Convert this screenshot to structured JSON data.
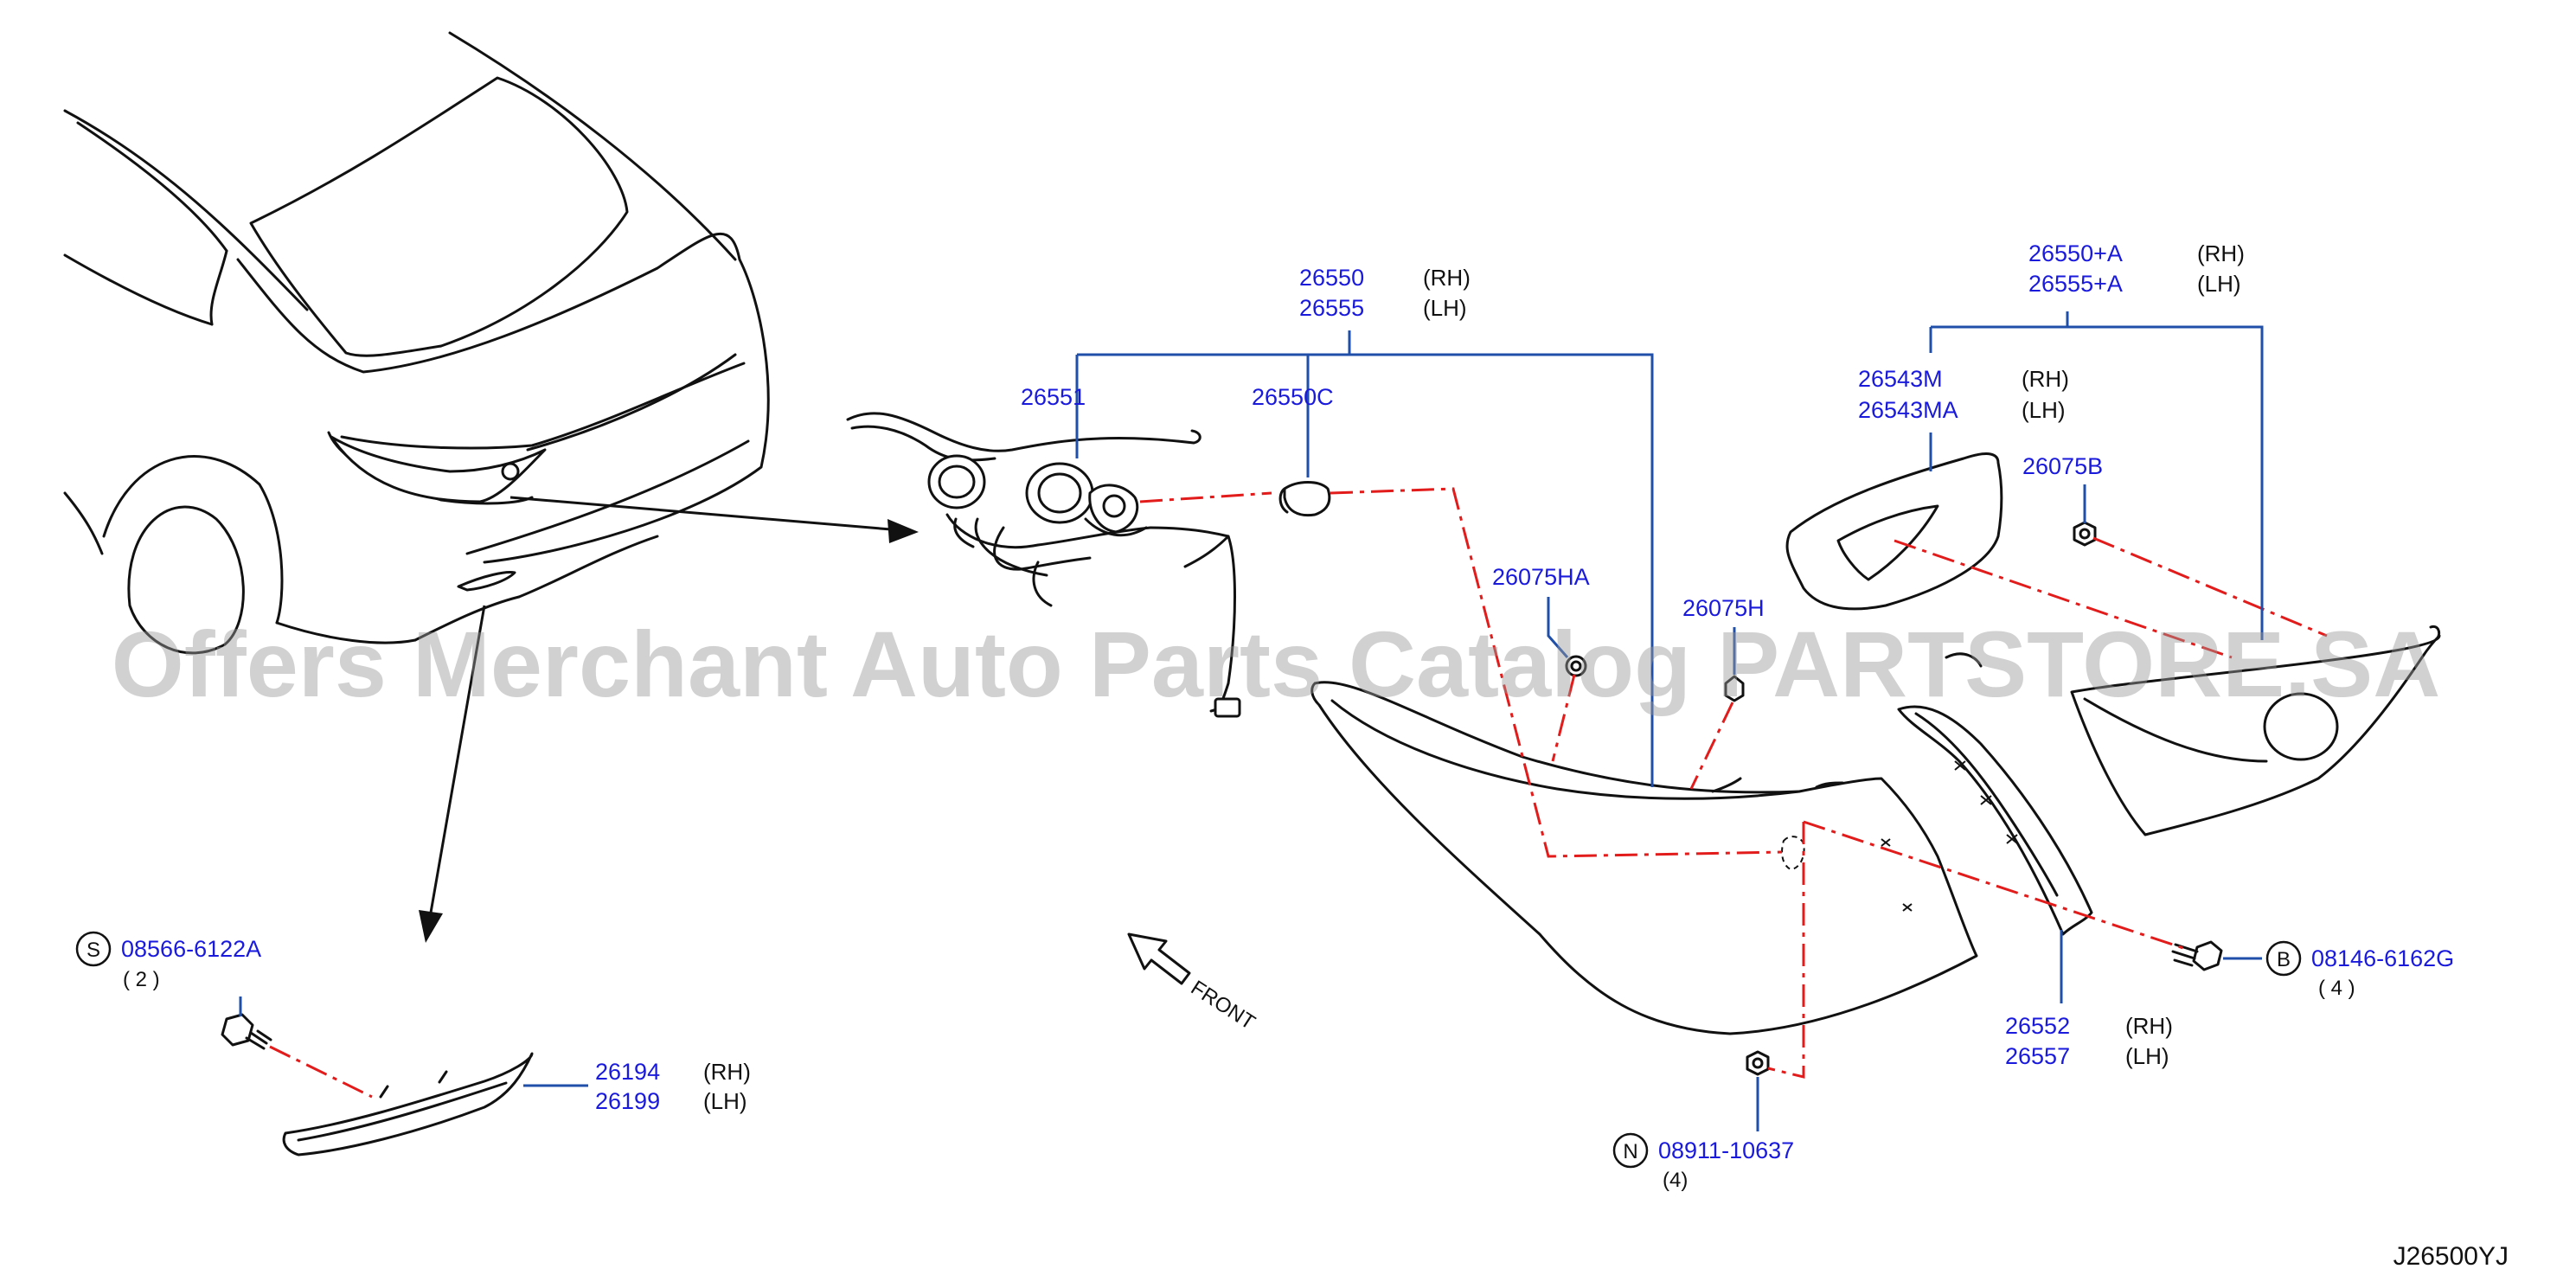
{
  "diagram": {
    "code": "J26500YJ",
    "watermark": "Offers Merchant Auto Parts Catalog PARTSTORE.SA",
    "front_label": "FRONT",
    "callouts": {
      "combo_lamp": {
        "pn1": "26550",
        "side1": "(RH)",
        "pn2": "26555",
        "side2": "(LH)"
      },
      "combo_lamp_a": {
        "pn1": "26550+A",
        "side1": "(RH)",
        "pn2": "26555+A",
        "side2": "(LH)"
      },
      "harness": {
        "pn": "26551"
      },
      "socket": {
        "pn": "26550C"
      },
      "gasket": {
        "pn1": "26543M",
        "side1": "(RH)",
        "pn2": "26543MA",
        "side2": "(LH)"
      },
      "grommet_b": {
        "pn": "26075B"
      },
      "grommet_ha": {
        "pn": "26075HA"
      },
      "grommet_h": {
        "pn": "26075H"
      },
      "reflex": {
        "pn1": "26194",
        "side1": "(RH)",
        "pn2": "26199",
        "side2": "(LH)"
      },
      "lamp_assy": {
        "pn1": "26552",
        "side1": "(RH)",
        "pn2": "26557",
        "side2": "(LH)"
      },
      "screw_s": {
        "badge": "S",
        "pn": "08566-6122A",
        "qty": "( 2 )"
      },
      "bolt_b": {
        "badge": "B",
        "pn": "08146-6162G",
        "qty": "( 4 )"
      },
      "nut_n": {
        "badge": "N",
        "pn": "08911-10637",
        "qty": "(4)"
      }
    },
    "colors": {
      "part_number": "#1a1adc",
      "leader": "#1f4fa8",
      "connection": "#e21b1b",
      "line": "#111111"
    }
  }
}
